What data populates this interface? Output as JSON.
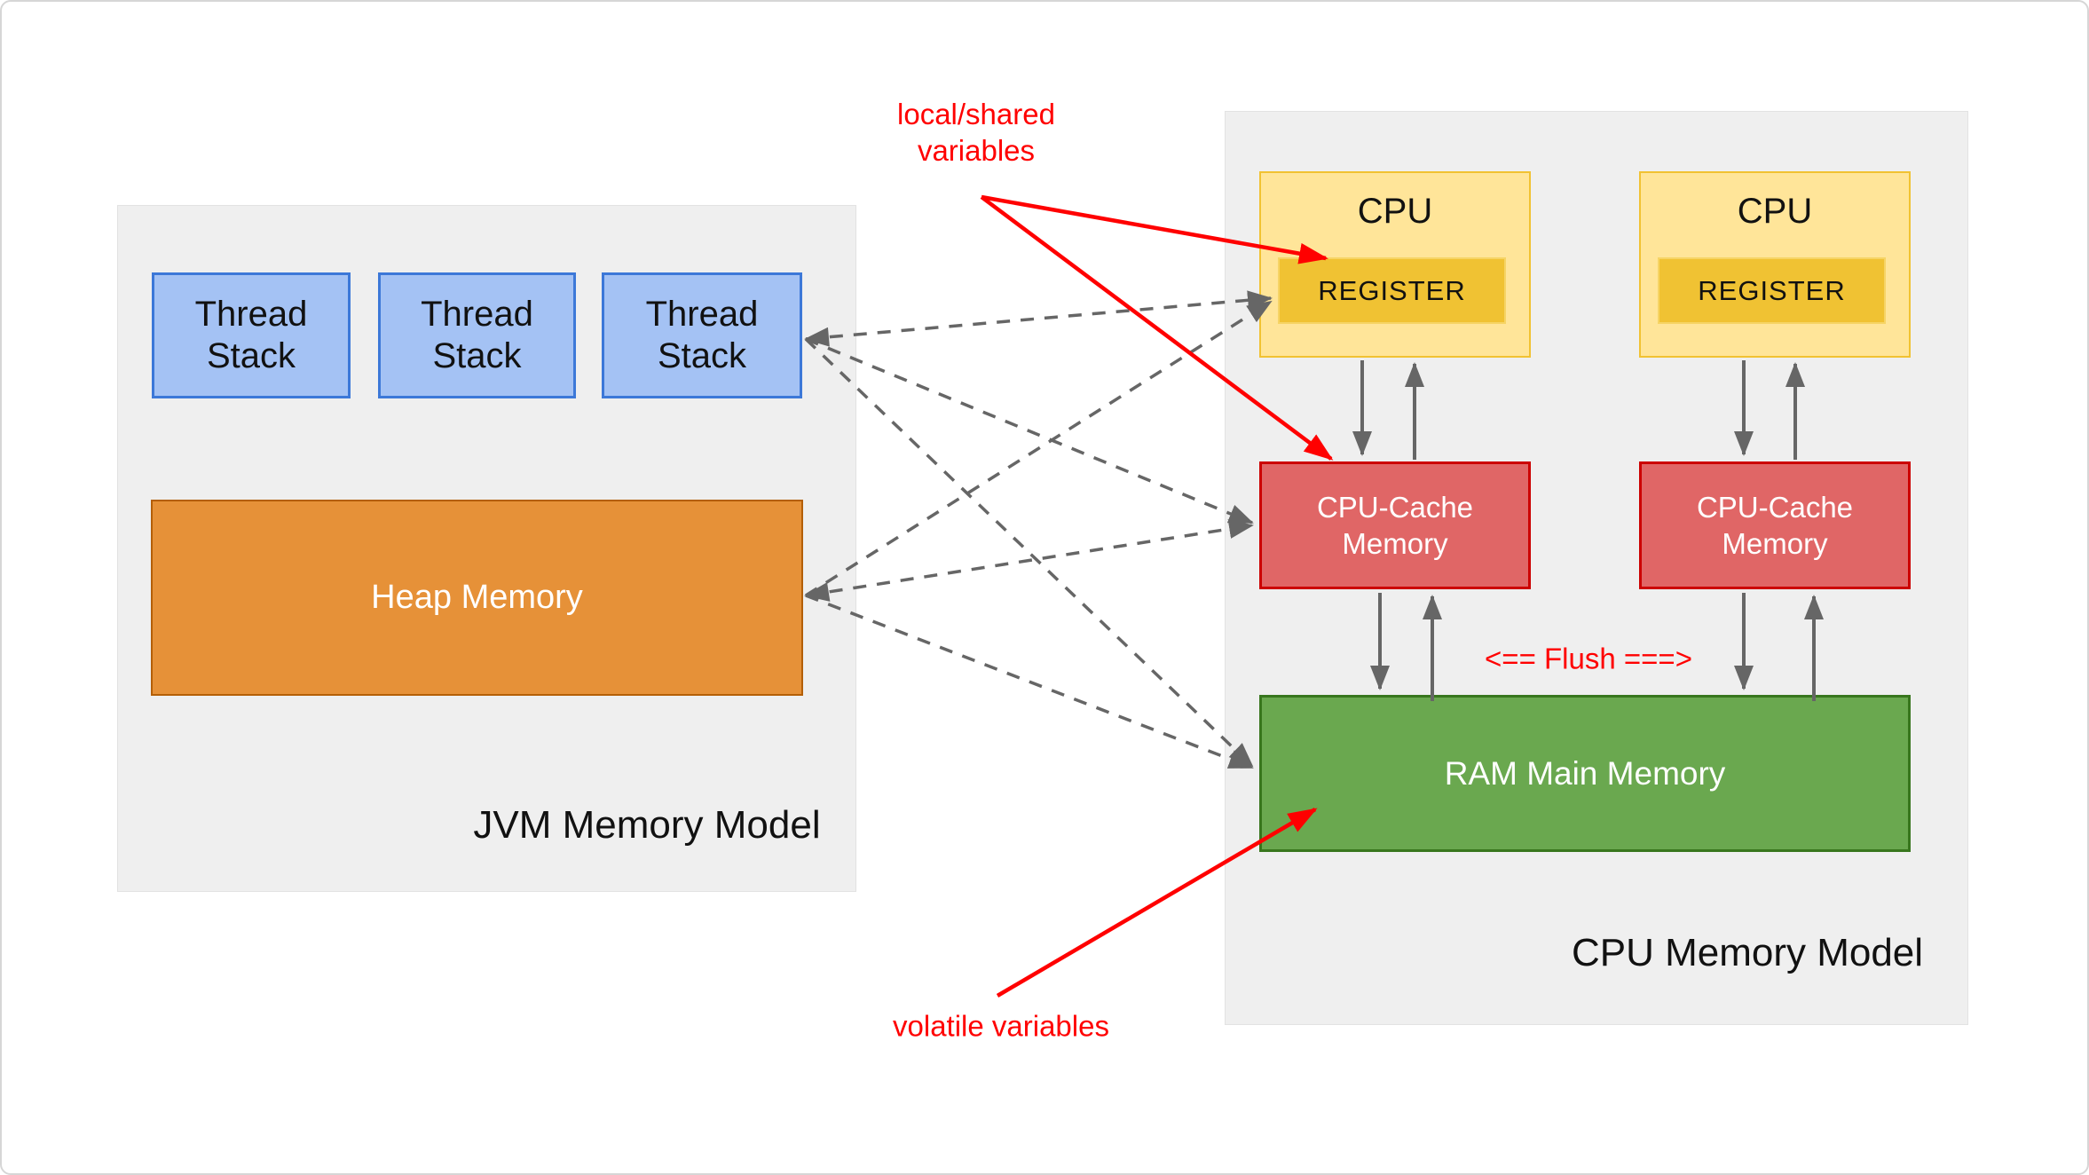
{
  "diagram": {
    "jvm": {
      "title": "JVM Memory Model",
      "thread_stacks": [
        "Thread Stack",
        "Thread Stack",
        "Thread Stack"
      ],
      "heap_label": "Heap Memory"
    },
    "cpu_model": {
      "title": "CPU Memory Model",
      "cpus": [
        {
          "label": "CPU",
          "register": "REGISTER"
        },
        {
          "label": "CPU",
          "register": "REGISTER"
        }
      ],
      "caches": [
        "CPU-Cache Memory",
        "CPU-Cache Memory"
      ],
      "ram_label": "RAM Main Memory"
    },
    "annotations": {
      "local_shared": "local/shared variables",
      "volatile": "volatile variables",
      "flush": "<== Flush ===>"
    },
    "colors": {
      "panel_fill": "#efefef",
      "thread_stack_fill": "#a4c2f4",
      "thread_stack_border": "#3c78d8",
      "heap_fill": "#e69138",
      "heap_border": "#b45f06",
      "cpu_fill": "#ffe599",
      "cpu_border": "#f1c232",
      "register_fill": "#f0c233",
      "cache_fill": "#e06666",
      "cache_border": "#cc0000",
      "ram_fill": "#6aa84f",
      "ram_border": "#38761d",
      "arrow_gray": "#666666",
      "annotation_red": "#ff0000"
    }
  }
}
